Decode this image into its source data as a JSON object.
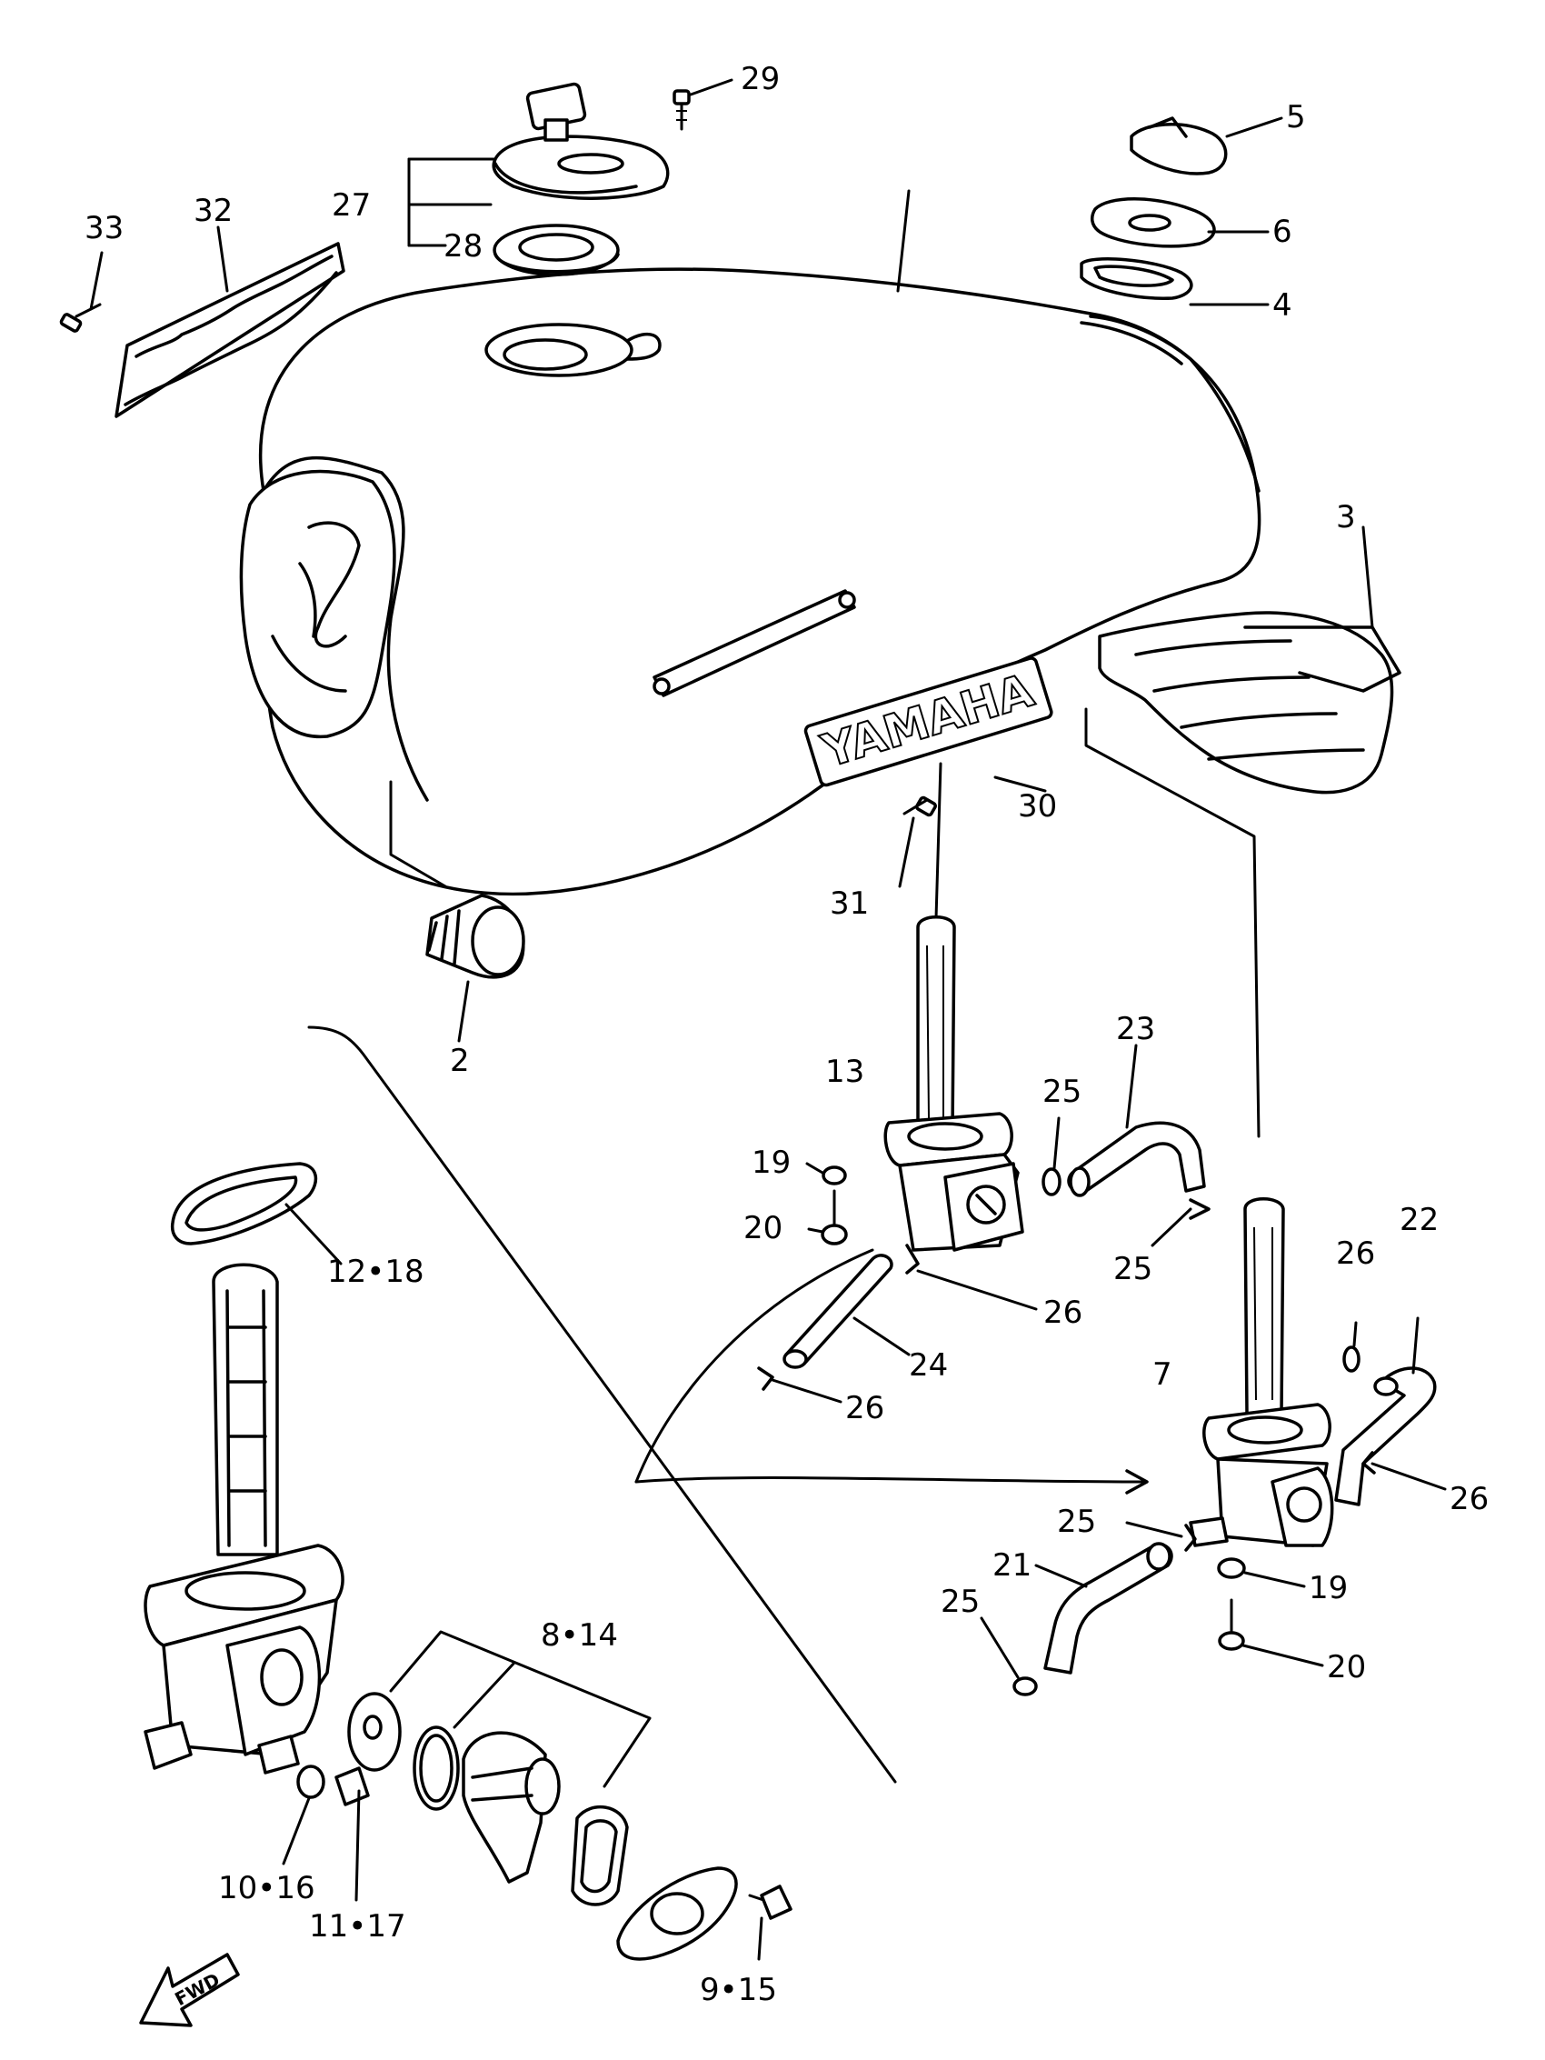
{
  "brand_text": "YAMAHA",
  "fwd_text": "FWD",
  "labels": {
    "l29": "29",
    "l5": "5",
    "l27": "27",
    "l28": "28",
    "l6": "6",
    "l4": "4",
    "l33": "33",
    "l32": "32",
    "l3": "3",
    "l30": "30",
    "l31": "31",
    "l2": "2",
    "l13": "13",
    "l23": "23",
    "l25a": "25",
    "l19a": "19",
    "l20a": "20",
    "l25b": "25",
    "l26a": "26",
    "l26b": "26",
    "l22": "22",
    "l12_18": "12•18",
    "l24": "24",
    "l26c": "26",
    "l7": "7",
    "l26d": "26",
    "l25c": "25",
    "l21": "21",
    "l19b": "19",
    "l25d": "25",
    "l20b": "20",
    "l8_14": "8•14",
    "l10_16": "10•16",
    "l11_17": "11•17",
    "l9_15": "9•15"
  }
}
